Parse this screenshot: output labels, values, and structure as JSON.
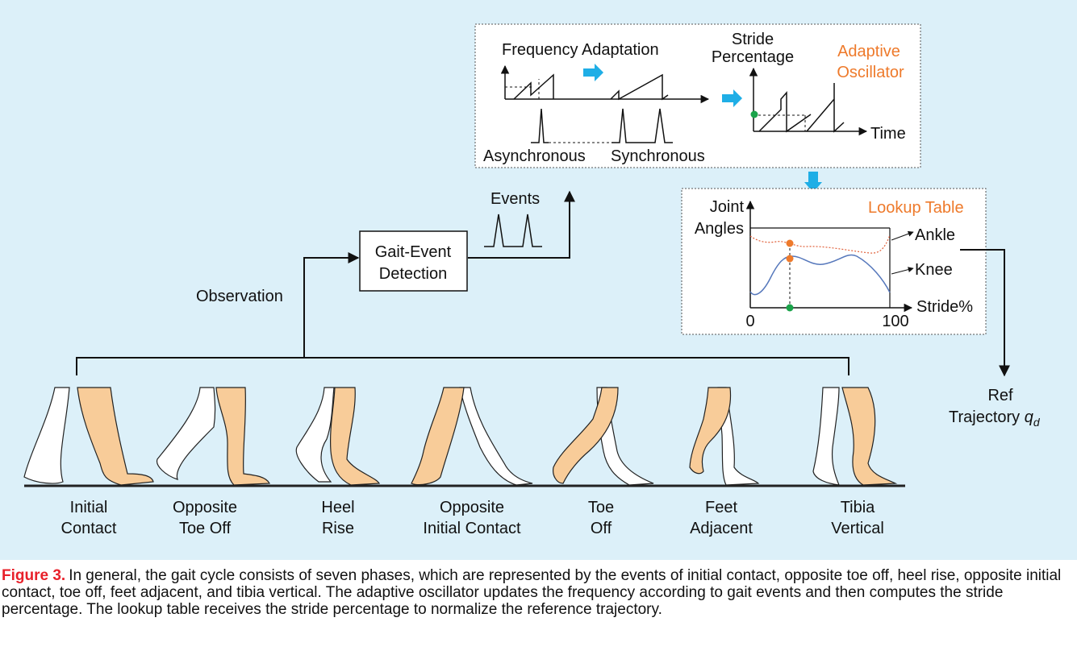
{
  "colors": {
    "panel_bg": "#dcf0f9",
    "leg_fill": "#f8cc99",
    "arrow_blue": "#1faee6",
    "accent_orange": "#ee7a2b",
    "knee_blue": "#5577bb",
    "ankle_red": "#e0603a",
    "marker_green": "#1aa34a",
    "caption_red": "#e8202a"
  },
  "oscillator_box": {
    "freq_adaptation": "Frequency Adaptation",
    "asynchronous": "Asynchronous",
    "synchronous": "Synchronous",
    "stride_line1": "Stride",
    "stride_line2": "Percentage",
    "adaptive_line1": "Adaptive",
    "adaptive_line2": "Oscillator",
    "time": "Time"
  },
  "lookup_box": {
    "joint_line1": "Joint",
    "joint_line2": "Angles",
    "title": "Lookup Table",
    "ankle": "Ankle",
    "knee": "Knee",
    "stride_pct": "Stride%",
    "x_min": "0",
    "x_max": "100"
  },
  "flow": {
    "events": "Events",
    "gait_line1": "Gait-Event",
    "gait_line2": "Detection",
    "observation": "Observation",
    "ref_line1": "Ref",
    "ref_line2": "Trajectory",
    "ref_symbol": "q",
    "ref_subscript": "d"
  },
  "phases": [
    {
      "line1": "Initial",
      "line2": "Contact"
    },
    {
      "line1": "Opposite",
      "line2": "Toe Off"
    },
    {
      "line1": "Heel",
      "line2": "Rise"
    },
    {
      "line1": "Opposite",
      "line2": "Initial Contact"
    },
    {
      "line1": "Toe",
      "line2": "Off"
    },
    {
      "line1": "Feet",
      "line2": "Adjacent"
    },
    {
      "line1": "Tibia",
      "line2": "Vertical"
    }
  ],
  "caption": {
    "label": "Figure 3.",
    "text": "In general, the gait cycle consists of seven phases, which are represented by the events of initial contact, opposite toe off, heel rise, opposite initial contact, toe off, feet adjacent, and tibia vertical. The adaptive oscillator updates the frequency according to gait events and then computes the stride percentage. The lookup table receives the stride percentage to normalize the reference trajectory."
  }
}
